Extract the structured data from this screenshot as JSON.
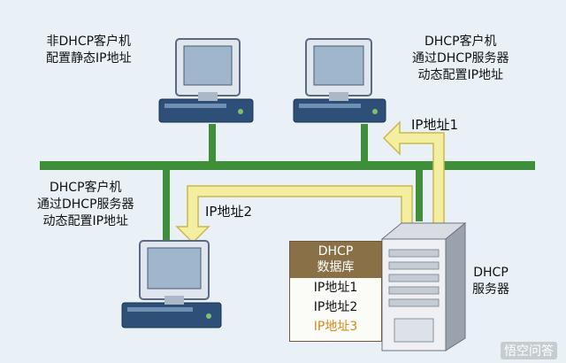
{
  "labels": {
    "static_client": [
      "非DHCP客户机",
      "配置静态IP地址"
    ],
    "dhcp_client_top": [
      "DHCP客户机",
      "通过DHCP服务器",
      "动态配置IP地址"
    ],
    "dhcp_client_left": [
      "DHCP客户机",
      "通过DHCP服务器",
      "动态配置IP地址"
    ],
    "ip1": "IP地址1",
    "ip2": "IP地址2",
    "server": [
      "DHCP",
      "服务器"
    ]
  },
  "database": {
    "title": [
      "DHCP",
      "数据库"
    ],
    "rows": [
      "IP地址1",
      "IP地址2",
      "IP地址3"
    ],
    "highlight_index": 2
  },
  "watermark": "悟空问答",
  "colors": {
    "network": "#3f8f3a",
    "arrow": "#f3eea0",
    "arrow_stroke": "#c9b84a",
    "db_header": "#8a7047",
    "highlight": "#d08a1a"
  }
}
